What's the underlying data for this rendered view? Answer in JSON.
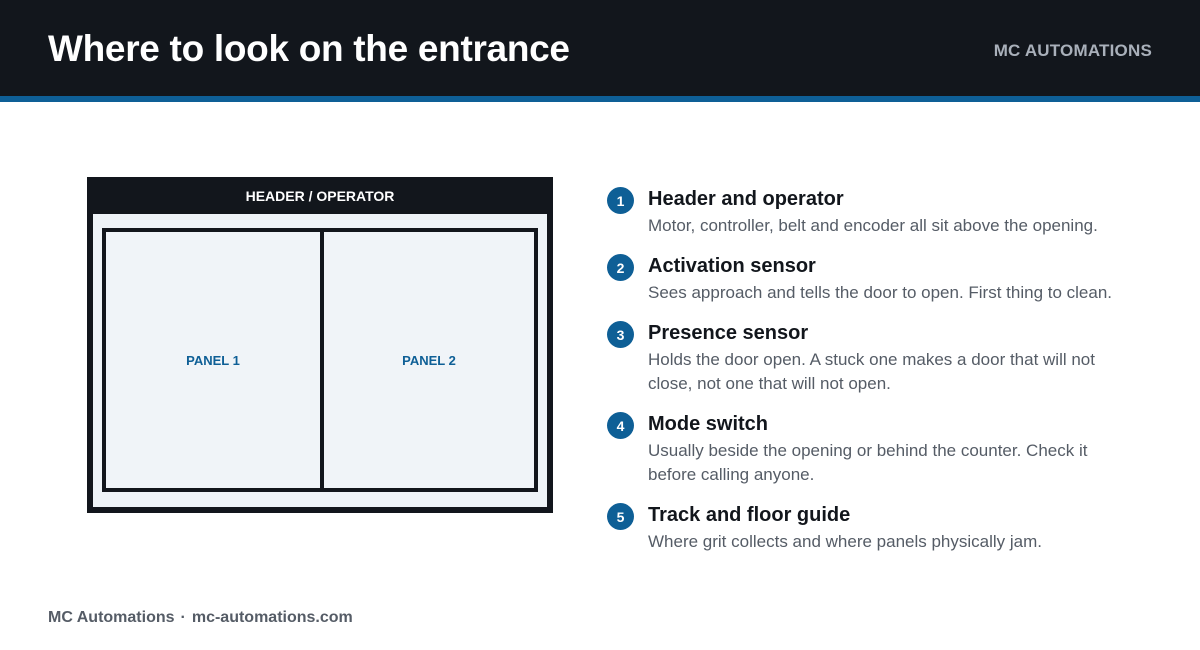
{
  "header": {
    "title": "Where to look on the entrance",
    "brand": "MC AUTOMATIONS"
  },
  "diagram": {
    "header_label": "HEADER / OPERATOR",
    "panels": [
      "PANEL 1",
      "PANEL 2"
    ]
  },
  "items": [
    {
      "number": "1",
      "title": "Header and operator",
      "description": "Motor, controller, belt and encoder all sit above the opening."
    },
    {
      "number": "2",
      "title": "Activation sensor",
      "description": "Sees approach and tells the door to open. First thing to clean."
    },
    {
      "number": "3",
      "title": "Presence sensor",
      "description": "Holds the door open. A stuck one makes a door that will not close, not one that will not open."
    },
    {
      "number": "4",
      "title": "Mode switch",
      "description": "Usually beside the opening or behind the counter. Check it before calling anyone."
    },
    {
      "number": "5",
      "title": "Track and floor guide",
      "description": "Where grit collects and where panels physically jam."
    }
  ],
  "footer": {
    "company": "MC Automations",
    "separator": "·",
    "website": "mc-automations.com"
  },
  "colors": {
    "dark": "#12161c",
    "accent": "#0e5f96",
    "muted": "#555c66"
  }
}
